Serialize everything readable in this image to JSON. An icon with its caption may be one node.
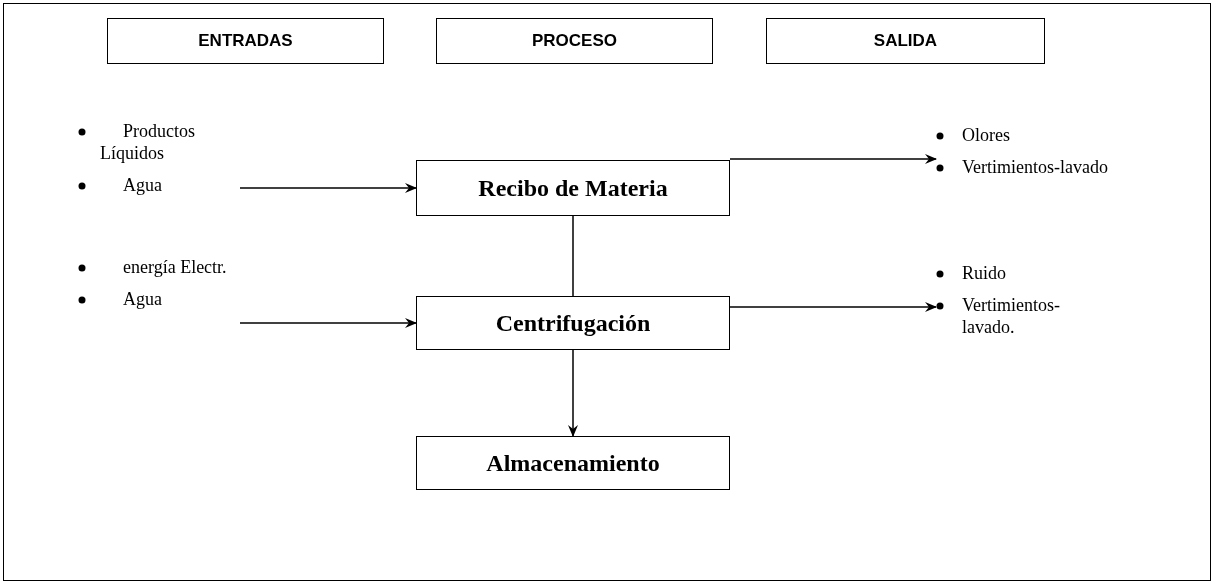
{
  "diagram": {
    "nodes": [
      {
        "text": [
          "ENTRADAS"
        ]
      },
      {
        "text": [
          "PROCESO"
        ]
      },
      {
        "text": [
          "SALIDA"
        ]
      },
      {
        "text": [
          "Productos Líquidos",
          "Agua"
        ]
      },
      {
        "text": [
          "Recibo de Materia"
        ]
      },
      {
        "text": [
          "Olores",
          "Vertimientos-lavado"
        ]
      },
      {
        "text": [
          "energía Electr.",
          "Agua"
        ]
      },
      {
        "text": [
          "Centrifugación"
        ]
      },
      {
        "text": [
          "Ruido",
          "Vertimientos-lavado."
        ]
      },
      {
        "text": [
          "Almacenamiento"
        ]
      }
    ],
    "edges": [
      {
        "from": 3,
        "to": 4,
        "arrow": "to"
      },
      {
        "from": 4,
        "to": 5,
        "arrow": "to"
      },
      {
        "from": 4,
        "to": 7,
        "arrow": "none"
      },
      {
        "from": 6,
        "to": 7,
        "arrow": "to"
      },
      {
        "from": 7,
        "to": 8,
        "arrow": "to"
      },
      {
        "from": 7,
        "to": 9,
        "arrow": "to"
      }
    ]
  }
}
